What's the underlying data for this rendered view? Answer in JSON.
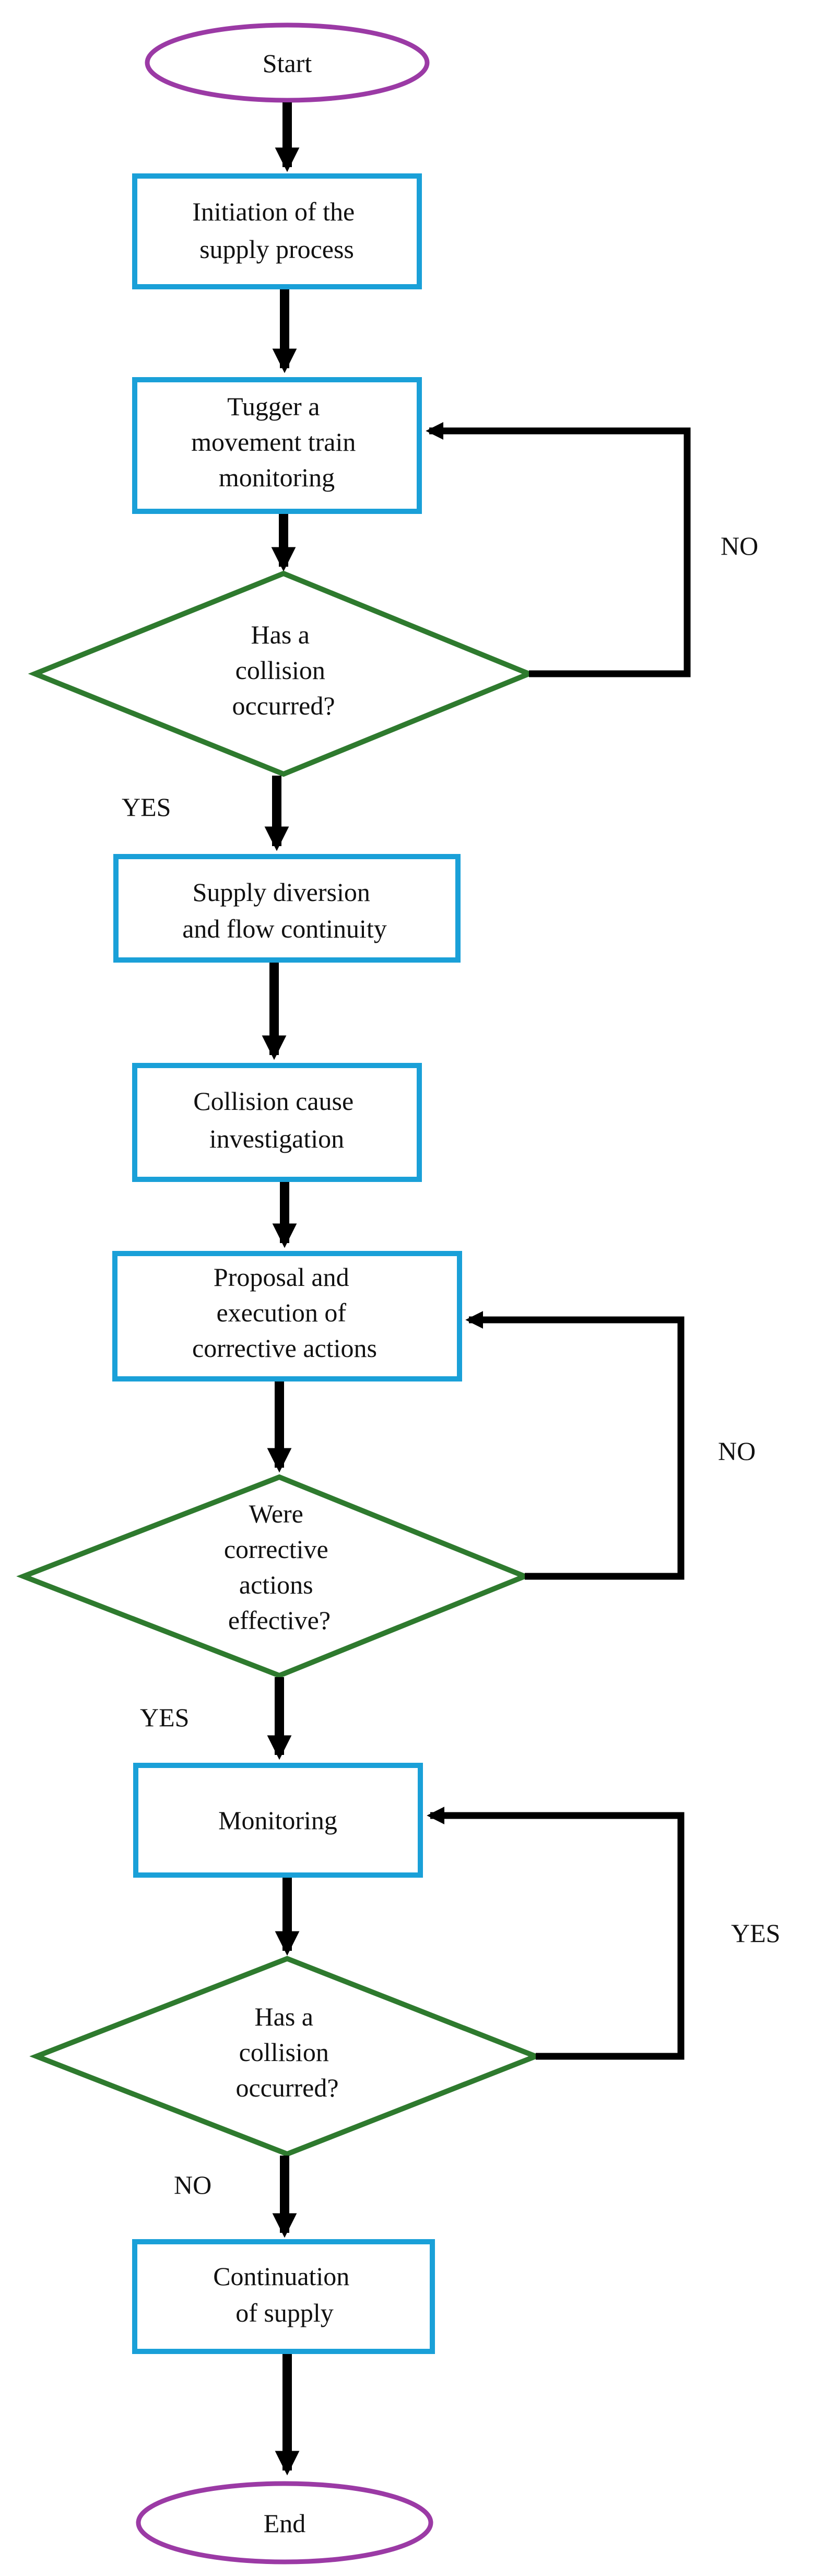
{
  "colors": {
    "terminal_stroke": "#9b3aa5",
    "process_stroke": "#1aa0d8",
    "decision_stroke": "#2e7a2e",
    "arrow": "#000000"
  },
  "nodes": {
    "start": {
      "line1": "Start"
    },
    "initiation": {
      "line1": "Initiation of the",
      "line2": "supply process"
    },
    "tugger": {
      "line1": "Tugger a",
      "line2": "movement train",
      "line3": "monitoring"
    },
    "collision1": {
      "line1": "Has a",
      "line2": "collision",
      "line3": "occurred?"
    },
    "diversion": {
      "line1": "Supply diversion",
      "line2": "and flow continuity"
    },
    "investigation": {
      "line1": "Collision cause",
      "line2": "investigation"
    },
    "proposal": {
      "line1": "Proposal and",
      "line2": "execution of",
      "line3": "corrective actions"
    },
    "effective": {
      "line1": "Were",
      "line2": "corrective",
      "line3": "actions",
      "line4": "effective?"
    },
    "monitoring": {
      "line1": "Monitoring"
    },
    "collision2": {
      "line1": "Has a",
      "line2": "collision",
      "line3": "occurred?"
    },
    "continuation": {
      "line1": "Continuation",
      "line2": "of supply"
    },
    "end": {
      "line1": "End"
    }
  },
  "labels": {
    "collision1_no": "NO",
    "collision1_yes": "YES",
    "effective_no": "NO",
    "effective_yes": "YES",
    "collision2_yes": "YES",
    "collision2_no": "NO"
  }
}
